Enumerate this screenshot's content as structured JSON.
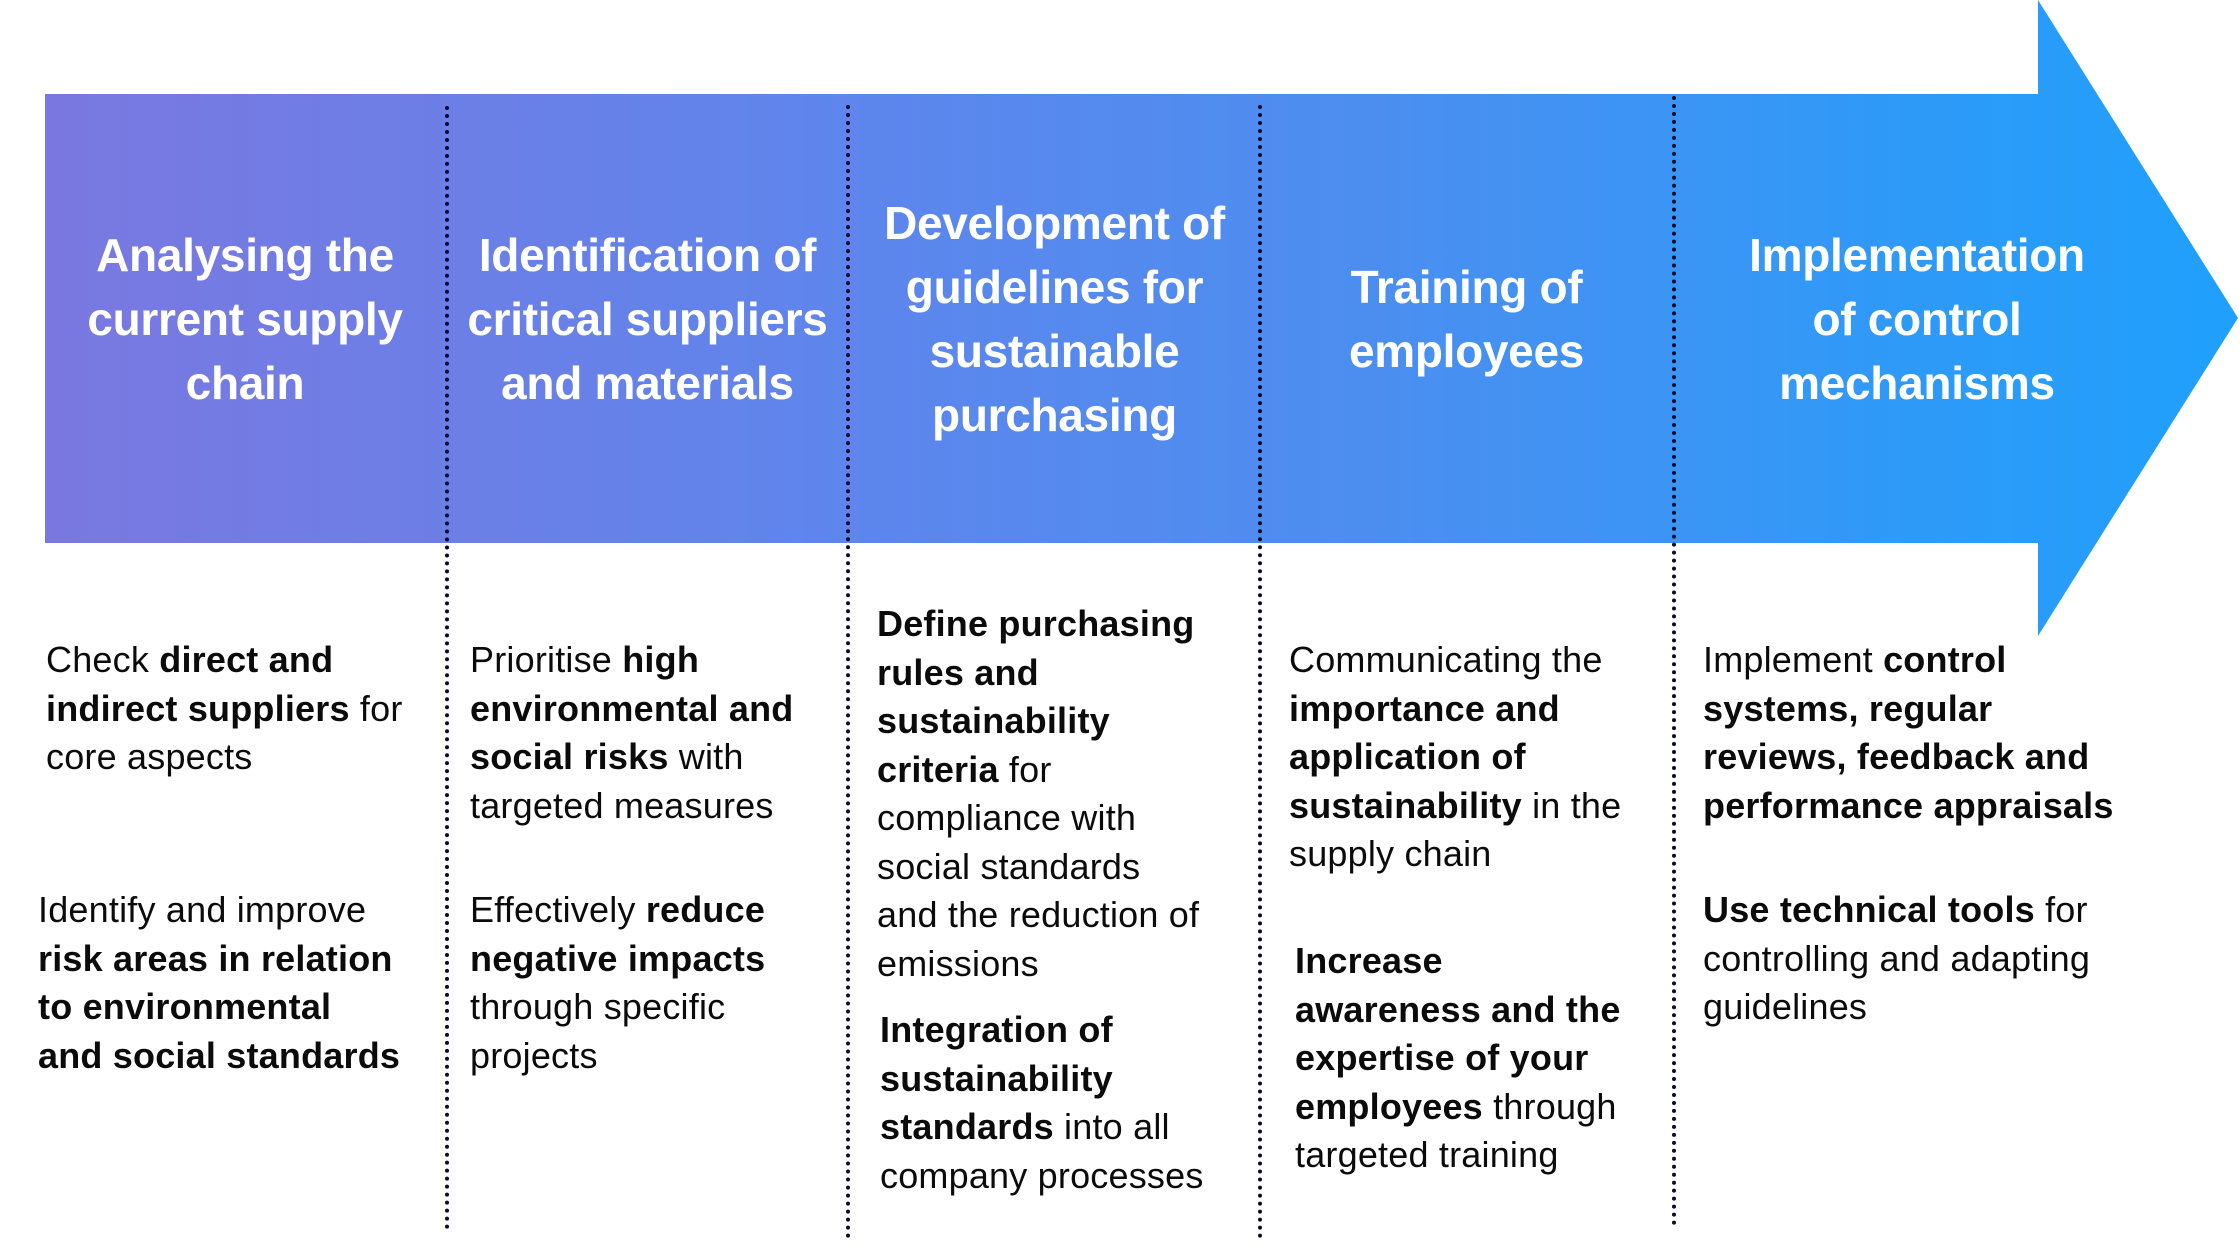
{
  "diagram": {
    "type": "process-arrow",
    "colors": {
      "gradient_start": "#7A78E0",
      "gradient_mid": "#5A8AEE",
      "gradient_end": "#1FA0FC",
      "header_text": "#FFFFFF",
      "body_text": "#0B0B0B",
      "divider": "#0B0B2E"
    },
    "steps": [
      {
        "title_lines": [
          "Analysing the",
          "current supply",
          "chain"
        ],
        "items": [
          {
            "segments": [
              {
                "text": "Check ",
                "bold": false
              },
              {
                "text": "direct and indirect suppliers",
                "bold": true
              },
              {
                "text": " for core aspects",
                "bold": false
              }
            ],
            "lines": [
              [
                {
                  "t": "Check ",
                  "b": false
                },
                {
                  "t": "direct and",
                  "b": true
                }
              ],
              [
                {
                  "t": "indirect suppliers",
                  "b": true
                },
                {
                  "t": " for",
                  "b": false
                }
              ],
              [
                {
                  "t": "core aspects",
                  "b": false
                }
              ]
            ]
          },
          {
            "segments": [
              {
                "text": "Identify and improve ",
                "bold": false
              },
              {
                "text": "risk areas in relation to environmental and social standards",
                "bold": true
              }
            ],
            "lines": [
              [
                {
                  "t": "Identify and improve",
                  "b": false
                }
              ],
              [
                {
                  "t": "risk areas in relation",
                  "b": true
                }
              ],
              [
                {
                  "t": "to environmental",
                  "b": true
                }
              ],
              [
                {
                  "t": "and social standards",
                  "b": true
                }
              ]
            ]
          }
        ]
      },
      {
        "title_lines": [
          "Identification of",
          "critical suppliers",
          "and materials"
        ],
        "items": [
          {
            "segments": [
              {
                "text": "Prioritise ",
                "bold": false
              },
              {
                "text": "high environmental and social risks",
                "bold": true
              },
              {
                "text": " with targeted measures",
                "bold": false
              }
            ],
            "lines": [
              [
                {
                  "t": "Prioritise ",
                  "b": false
                },
                {
                  "t": "high",
                  "b": true
                }
              ],
              [
                {
                  "t": "environmental and",
                  "b": true
                }
              ],
              [
                {
                  "t": "social risks",
                  "b": true
                },
                {
                  "t": " with",
                  "b": false
                }
              ],
              [
                {
                  "t": "targeted measures",
                  "b": false
                }
              ]
            ]
          },
          {
            "segments": [
              {
                "text": "Effectively ",
                "bold": false
              },
              {
                "text": "reduce negative impacts",
                "bold": true
              },
              {
                "text": " through specific projects",
                "bold": false
              }
            ],
            "lines": [
              [
                {
                  "t": "Effectively ",
                  "b": false
                },
                {
                  "t": "reduce",
                  "b": true
                }
              ],
              [
                {
                  "t": "negative impacts",
                  "b": true
                }
              ],
              [
                {
                  "t": "through specific",
                  "b": false
                }
              ],
              [
                {
                  "t": "projects",
                  "b": false
                }
              ]
            ]
          }
        ]
      },
      {
        "title_lines": [
          "Development of",
          "guidelines for",
          "sustainable",
          "purchasing"
        ],
        "items": [
          {
            "segments": [
              {
                "text": "Define purchasing rules and sustainability criteria",
                "bold": true
              },
              {
                "text": " for compliance with social standards and the reduction of emissions",
                "bold": false
              }
            ],
            "lines": [
              [
                {
                  "t": "Define purchasing",
                  "b": true
                }
              ],
              [
                {
                  "t": "rules and",
                  "b": true
                }
              ],
              [
                {
                  "t": "sustainability",
                  "b": true
                }
              ],
              [
                {
                  "t": "criteria",
                  "b": true
                },
                {
                  "t": " for",
                  "b": false
                }
              ],
              [
                {
                  "t": "compliance with",
                  "b": false
                }
              ],
              [
                {
                  "t": "social standards",
                  "b": false
                }
              ],
              [
                {
                  "t": "and the reduction of",
                  "b": false
                }
              ],
              [
                {
                  "t": "emissions",
                  "b": false
                }
              ]
            ]
          },
          {
            "segments": [
              {
                "text": "Integration of sustainability standards",
                "bold": true
              },
              {
                "text": " into all company processes",
                "bold": false
              }
            ],
            "lines": [
              [
                {
                  "t": "Integration of",
                  "b": true
                }
              ],
              [
                {
                  "t": "sustainability",
                  "b": true
                }
              ],
              [
                {
                  "t": "standards",
                  "b": true
                },
                {
                  "t": " into all",
                  "b": false
                }
              ],
              [
                {
                  "t": "company processes",
                  "b": false
                }
              ]
            ]
          }
        ]
      },
      {
        "title_lines": [
          "Training of",
          "employees"
        ],
        "items": [
          {
            "segments": [
              {
                "text": "Communicating the ",
                "bold": false
              },
              {
                "text": "importance and application of sustainability",
                "bold": true
              },
              {
                "text": " in the supply chain",
                "bold": false
              }
            ],
            "lines": [
              [
                {
                  "t": "Communicating the",
                  "b": false
                }
              ],
              [
                {
                  "t": "importance and",
                  "b": true
                }
              ],
              [
                {
                  "t": "application of",
                  "b": true
                }
              ],
              [
                {
                  "t": "sustainability",
                  "b": true
                },
                {
                  "t": " in the",
                  "b": false
                }
              ],
              [
                {
                  "t": "supply chain",
                  "b": false
                }
              ]
            ]
          },
          {
            "segments": [
              {
                "text": "Increase awareness and the expertise of your employees",
                "bold": true
              },
              {
                "text": " through targeted training",
                "bold": false
              }
            ],
            "lines": [
              [
                {
                  "t": "Increase",
                  "b": true
                }
              ],
              [
                {
                  "t": "awareness and the",
                  "b": true
                }
              ],
              [
                {
                  "t": "expertise of your",
                  "b": true
                }
              ],
              [
                {
                  "t": "employees",
                  "b": true
                },
                {
                  "t": " through",
                  "b": false
                }
              ],
              [
                {
                  "t": "targeted training",
                  "b": false
                }
              ]
            ]
          }
        ]
      },
      {
        "title_lines": [
          "Implementation",
          "of control",
          "mechanisms"
        ],
        "items": [
          {
            "segments": [
              {
                "text": "Implement ",
                "bold": false
              },
              {
                "text": "control systems, regular reviews, feedback and performance appraisals",
                "bold": true
              }
            ],
            "lines": [
              [
                {
                  "t": "Implement ",
                  "b": false
                },
                {
                  "t": "control",
                  "b": true
                }
              ],
              [
                {
                  "t": "systems, regular",
                  "b": true
                }
              ],
              [
                {
                  "t": "reviews, feedback and",
                  "b": true
                }
              ],
              [
                {
                  "t": "performance appraisals",
                  "b": true
                }
              ]
            ]
          },
          {
            "segments": [
              {
                "text": "Use technical tools",
                "bold": true
              },
              {
                "text": " for controlling and adapting guidelines",
                "bold": false
              }
            ],
            "lines": [
              [
                {
                  "t": "Use technical tools",
                  "b": true
                },
                {
                  "t": " for",
                  "b": false
                }
              ],
              [
                {
                  "t": "controlling and adapting",
                  "b": false
                }
              ],
              [
                {
                  "t": "guidelines",
                  "b": false
                }
              ]
            ]
          }
        ]
      }
    ]
  }
}
